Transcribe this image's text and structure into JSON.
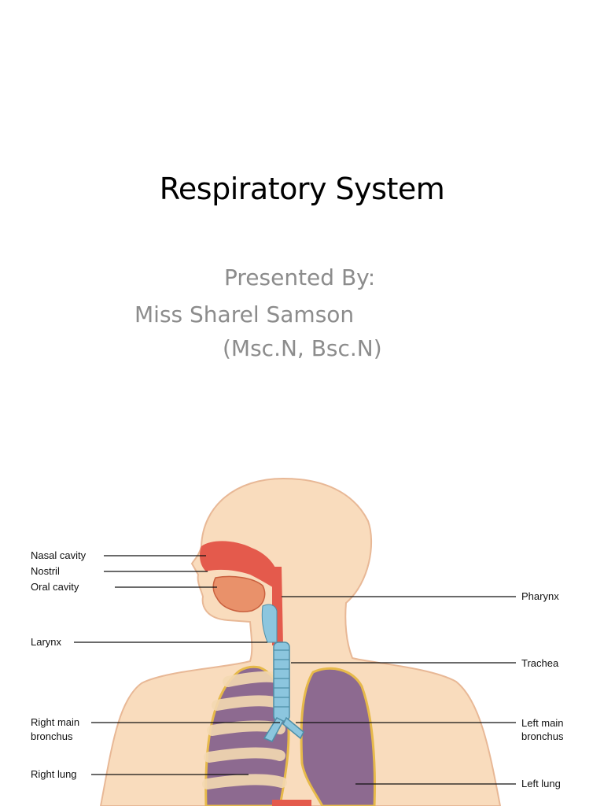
{
  "slide": {
    "title": "Respiratory System",
    "presented_by": "Presented By:",
    "presenter": "Miss Sharel Samson",
    "credentials": "(Msc.N, Bsc.N)"
  },
  "diagram": {
    "labels_left": {
      "nasal_cavity": "Nasal cavity",
      "nostril": "Nostril",
      "oral_cavity": "Oral cavity",
      "larynx": "Larynx",
      "right_main_bronchus_1": "Right main",
      "right_main_bronchus_2": "bronchus",
      "right_lung": "Right lung"
    },
    "labels_right": {
      "pharynx": "Pharynx",
      "trachea": "Trachea",
      "left_main_bronchus_1": "Left main",
      "left_main_bronchus_2": "bronchus",
      "left_lung": "Left lung"
    },
    "colors": {
      "skin": "#f9dcbd",
      "skin_outline": "#e8b896",
      "airway": "#e45a4c",
      "trachea": "#8cc6de",
      "lung": "#8d6a90",
      "rib": "#f4d9b2"
    }
  }
}
